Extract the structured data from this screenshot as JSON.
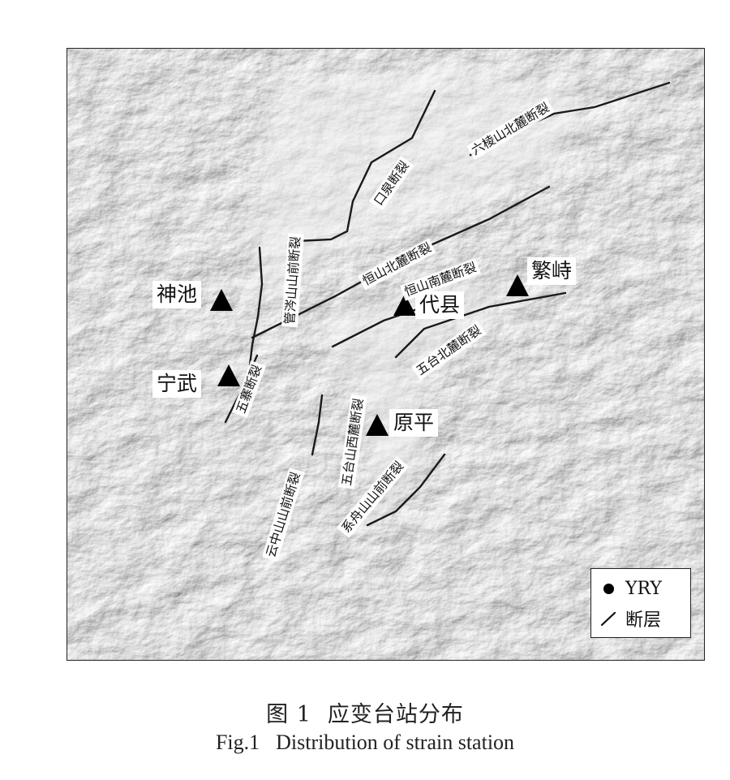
{
  "map": {
    "stations": [
      {
        "id": "shenchi",
        "name": "神池"
      },
      {
        "id": "ningwu",
        "name": "宁武"
      },
      {
        "id": "daixian",
        "name": "代县"
      },
      {
        "id": "fanshi",
        "name": "繁峙"
      },
      {
        "id": "yuanping",
        "name": "原平"
      }
    ],
    "faults": [
      {
        "id": "liulengshan",
        "name": "六棱山北麓断裂"
      },
      {
        "id": "kouquan",
        "name": "口泉断裂"
      },
      {
        "id": "guancenshan",
        "name": "管涔山山前断裂"
      },
      {
        "id": "hengshan-north",
        "name": "恒山北麓断裂"
      },
      {
        "id": "hengshan-south",
        "name": "恒山南麓断裂"
      },
      {
        "id": "wutai-north",
        "name": "五台北麓断裂"
      },
      {
        "id": "wuzhai",
        "name": "五寨断裂"
      },
      {
        "id": "wutai-west",
        "name": "五台山西麓断裂"
      },
      {
        "id": "yunzhongshan",
        "name": "云中山山前断裂"
      },
      {
        "id": "xizhoushan",
        "name": "系舟山山前断裂"
      }
    ],
    "station_marker_color": "#000000",
    "fault_line_color": "#1a1a1a"
  },
  "legend": {
    "station_label": "YRY",
    "fault_label": "断层"
  },
  "caption": {
    "cn_number": "图 1",
    "cn_title": "应变台站分布",
    "en_number": "Fig.1",
    "en_title": "Distribution of strain station"
  }
}
